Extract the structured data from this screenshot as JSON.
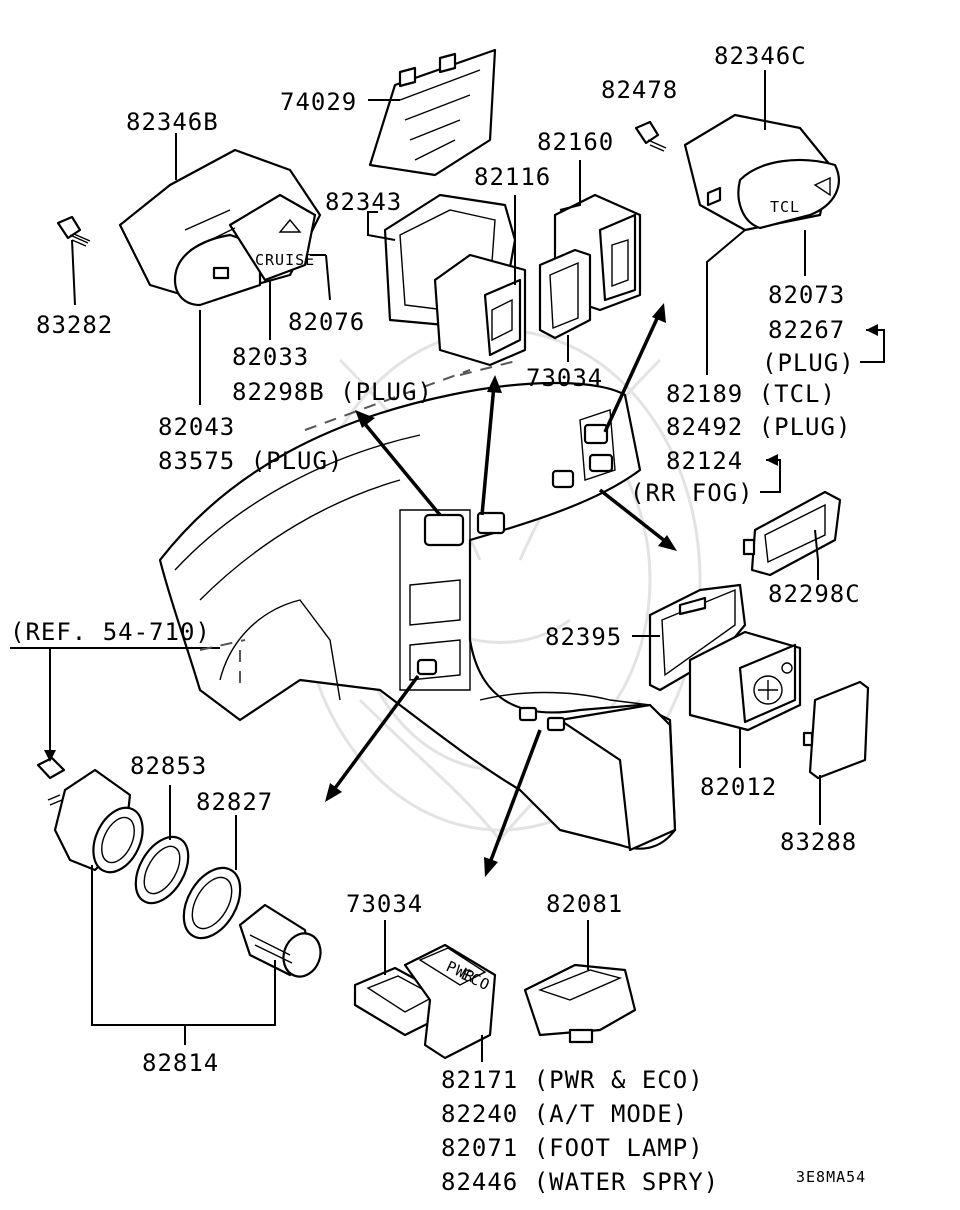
{
  "labels": {
    "p74029": "74029",
    "p82346b": "82346B",
    "p83282": "83282",
    "p82076": "82076",
    "p82033": "82033",
    "p82298b": "82298B (PLUG)",
    "p82043": "82043",
    "p83575": "83575 (PLUG)",
    "p82343": "82343",
    "p82116": "82116",
    "p82160": "82160",
    "p73034_top": "73034",
    "p82478": "82478",
    "p82346c": "82346C",
    "p82073": "82073",
    "p82267": "82267",
    "plug_a": "(PLUG)",
    "p82189": "82189 (TCL)",
    "p82492": "82492 (PLUG)",
    "p82124": "82124",
    "rr_fog": "(RR FOG)",
    "p82298c": "82298C",
    "p82395": "82395",
    "p82012": "82012",
    "p83288": "83288",
    "ref": "(REF. 54-710)",
    "p82853": "82853",
    "p82827": "82827",
    "p82814": "82814",
    "p73034_bot": "73034",
    "p82081": "82081",
    "p82171": "82171 (PWR & ECO)",
    "p82240": "82240 (A/T MODE)",
    "p82071": "82071 (FOOT LAMP)",
    "p82446": "82446 (WATER SPRY)",
    "code": "3E8MA54"
  },
  "part_text": {
    "cruise": "CRUISE",
    "tcl": "TCL",
    "pwr": "PWR",
    "eco": "ECO"
  }
}
